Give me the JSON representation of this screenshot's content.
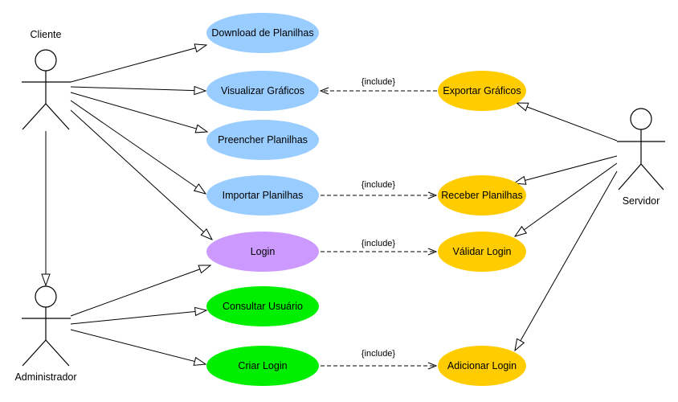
{
  "actors": {
    "cliente": "Cliente",
    "administrador": "Administrador",
    "servidor": "Servidor"
  },
  "use_cases": {
    "download_planilhas": "Download de Planilhas",
    "visualizar_graficos": "Visualizar Gráficos",
    "preencher_planilhas": "Preencher Planilhas",
    "importar_planilhas": "Importar Planilhas",
    "login": "Login",
    "consultar_usuario": "Consultar Usuário",
    "criar_login": "Criar Login",
    "exportar_graficos": "Exportar Gráficos",
    "receber_planilhas": "Receber Planilhas",
    "validar_login": "Válidar Login",
    "adicionar_login": "Adicionar Login"
  },
  "relations": {
    "include_1": "{include}",
    "include_2": "{include}",
    "include_3": "{include}",
    "include_4": "{include}"
  },
  "colors": {
    "blue": "#99ccff",
    "orange": "#ffcc00",
    "purple": "#cc99ff",
    "green": "#00ee00"
  }
}
